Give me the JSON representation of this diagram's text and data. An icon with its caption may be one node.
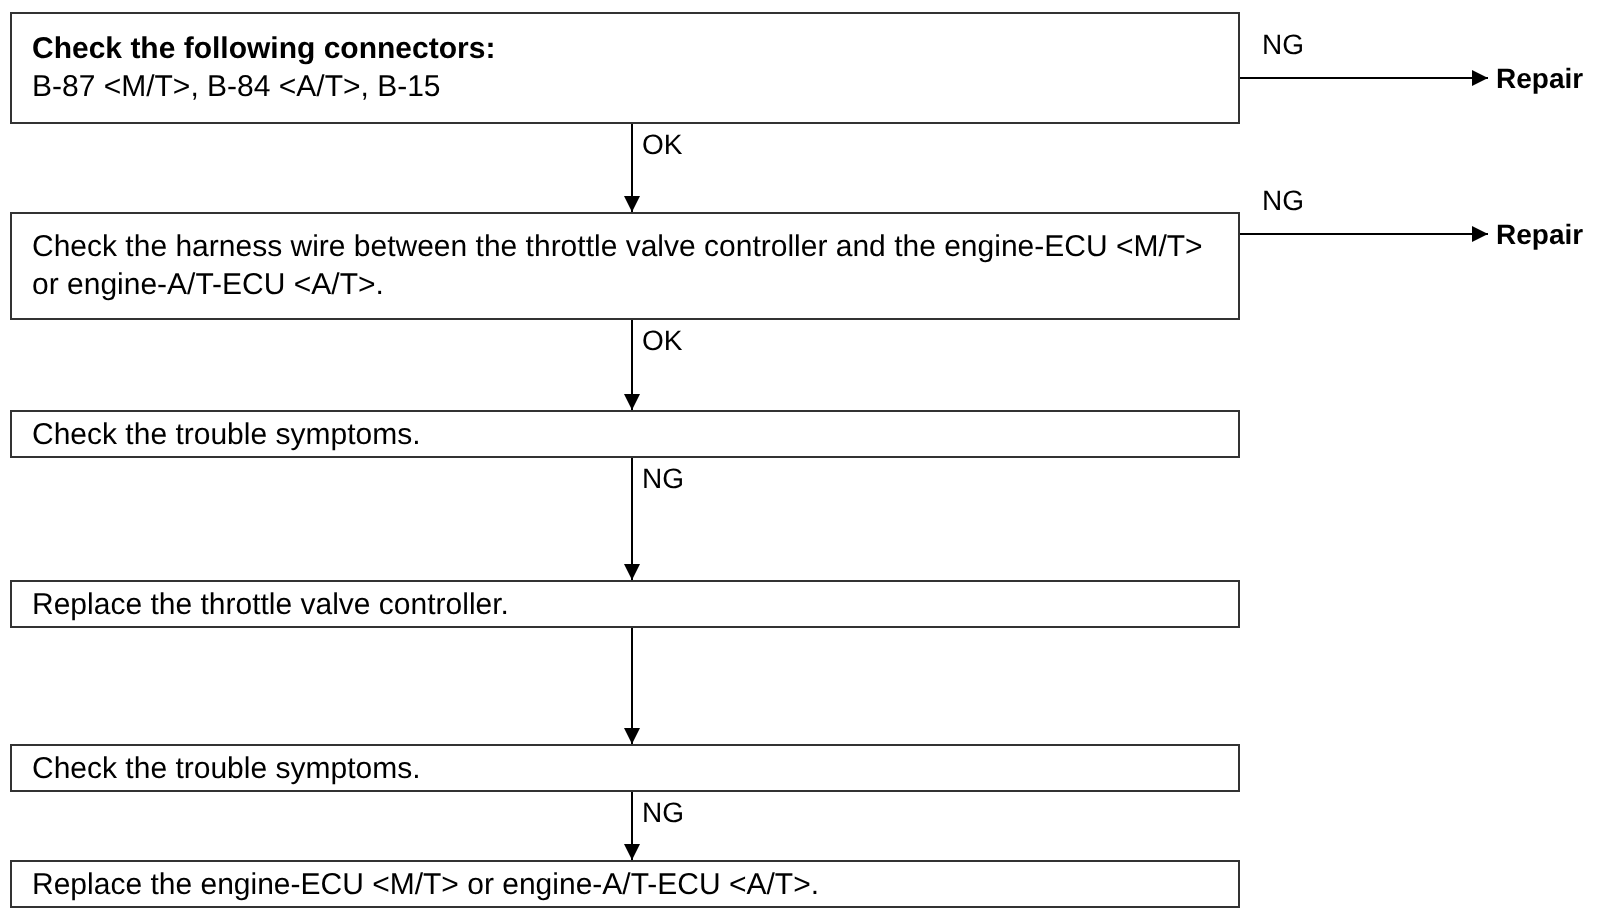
{
  "diagram": {
    "nodes": [
      {
        "text": [
          "Check the following connectors:",
          "B-87 <M/T>, B-84 <A/T>, B-15"
        ]
      },
      {
        "text": [
          "Repair"
        ]
      },
      {
        "text": [
          "Check the harness wire between the throttle valve controller and the engine-ECU <M/T> or engine-A/T-ECU <A/T>."
        ]
      },
      {
        "text": [
          "Repair"
        ]
      },
      {
        "text": [
          "Check the trouble symptoms."
        ]
      },
      {
        "text": [
          "Replace the throttle valve controller."
        ]
      },
      {
        "text": [
          "Check the trouble symptoms."
        ]
      },
      {
        "text": [
          "Replace the engine-ECU <M/T> or engine-A/T-ECU <A/T>."
        ]
      }
    ],
    "edges": [
      {
        "from": 0,
        "to": 2,
        "arrow": "to",
        "label": "OK"
      },
      {
        "from": 0,
        "to": 1,
        "arrow": "to",
        "label": "NG"
      },
      {
        "from": 2,
        "to": 4,
        "arrow": "to",
        "label": "OK"
      },
      {
        "from": 2,
        "to": 3,
        "arrow": "to",
        "label": "NG"
      },
      {
        "from": 4,
        "to": 5,
        "arrow": "to",
        "label": "NG"
      },
      {
        "from": 5,
        "to": 6,
        "arrow": "to"
      },
      {
        "from": 6,
        "to": 7,
        "arrow": "to",
        "label": "NG"
      }
    ]
  }
}
